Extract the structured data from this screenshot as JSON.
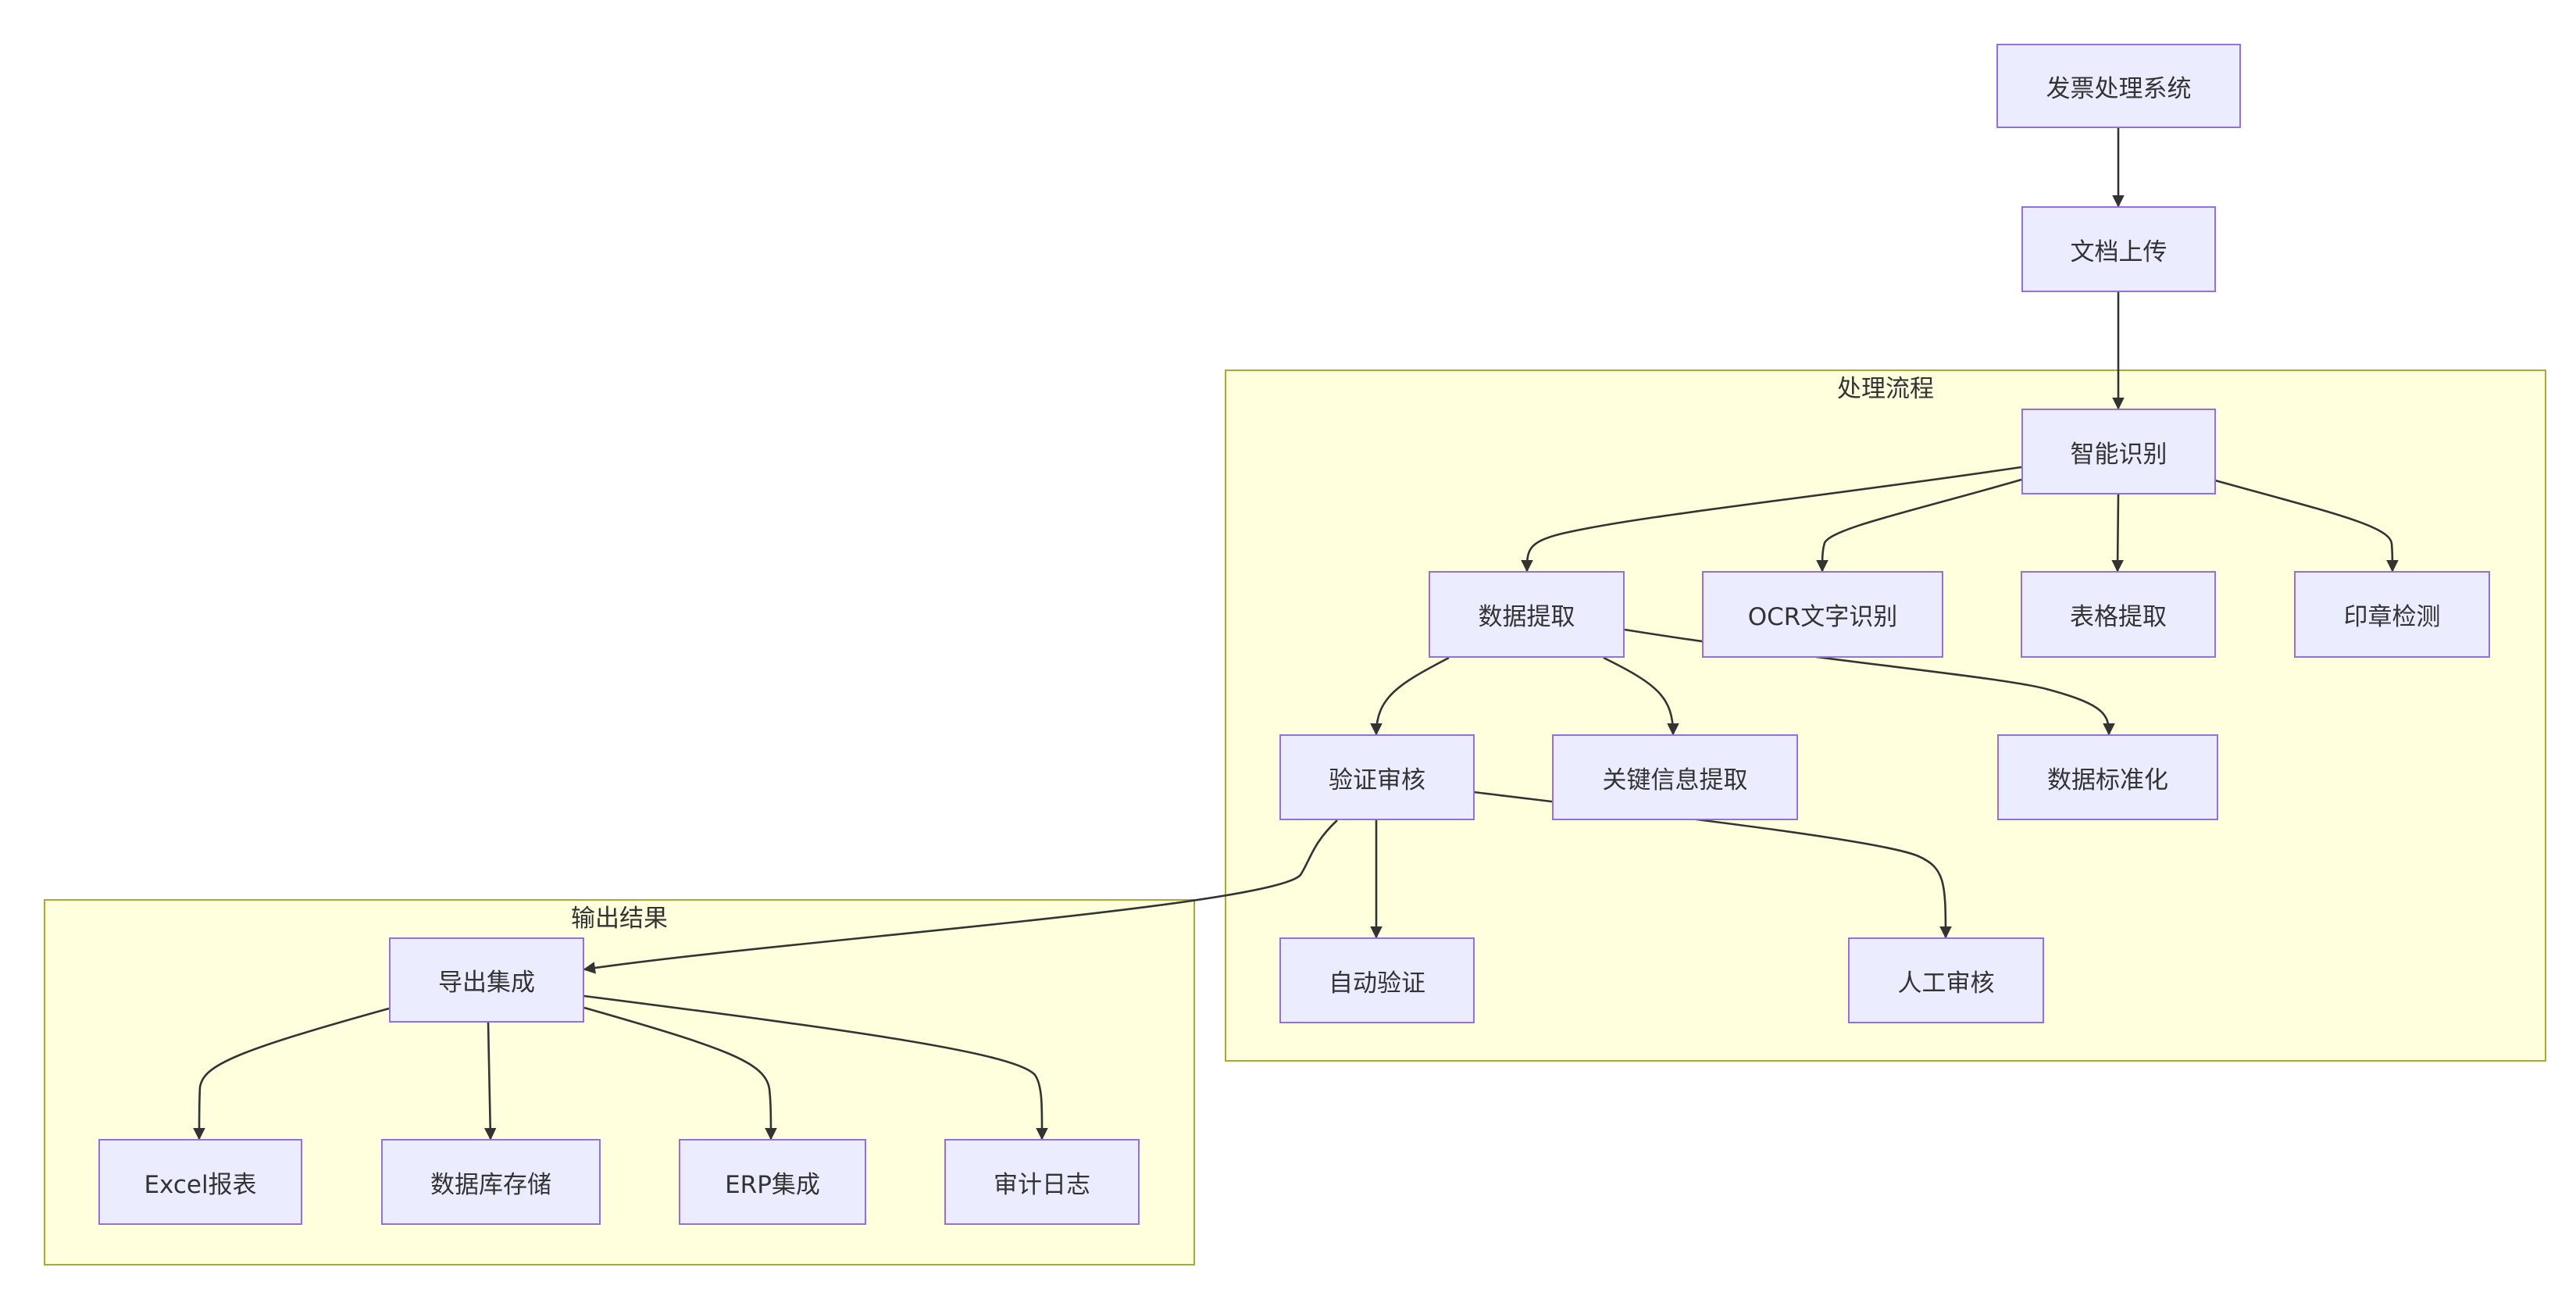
{
  "clusters": {
    "process": {
      "title": "处理流程"
    },
    "output": {
      "title": "输出结果"
    }
  },
  "nodes": {
    "invoice_system": "发票处理系统",
    "upload": "文档上传",
    "smart_recog": "智能识别",
    "data_extract": "数据提取",
    "ocr": "OCR文字识别",
    "table_extract": "表格提取",
    "seal_detect": "印章检测",
    "verify_review": "验证审核",
    "key_info": "关键信息提取",
    "standardize": "数据标准化",
    "auto_verify": "自动验证",
    "manual_review": "人工审核",
    "export": "导出集成",
    "excel": "Excel报表",
    "db_storage": "数据库存储",
    "erp": "ERP集成",
    "audit_log": "审计日志"
  },
  "edges": [
    [
      "invoice_system",
      "upload"
    ],
    [
      "upload",
      "smart_recog"
    ],
    [
      "smart_recog",
      "data_extract"
    ],
    [
      "smart_recog",
      "ocr"
    ],
    [
      "smart_recog",
      "table_extract"
    ],
    [
      "smart_recog",
      "seal_detect"
    ],
    [
      "data_extract",
      "verify_review"
    ],
    [
      "data_extract",
      "key_info"
    ],
    [
      "data_extract",
      "standardize"
    ],
    [
      "verify_review",
      "auto_verify"
    ],
    [
      "verify_review",
      "manual_review"
    ],
    [
      "verify_review",
      "export"
    ],
    [
      "export",
      "excel"
    ],
    [
      "export",
      "db_storage"
    ],
    [
      "export",
      "erp"
    ],
    [
      "export",
      "audit_log"
    ]
  ],
  "colors": {
    "node_fill": "#ececff",
    "node_border": "#9370db",
    "cluster_fill": "#ffffde",
    "cluster_border": "#aaaa33",
    "edge": "#333333",
    "text": "#333333"
  }
}
